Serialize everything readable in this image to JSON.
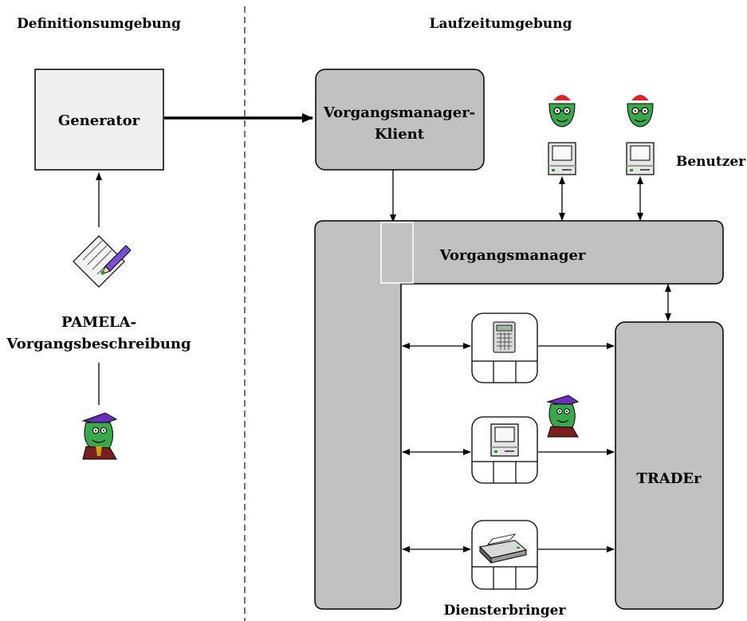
{
  "sections": {
    "left_title": "Definitionsumgebung",
    "right_title": "Laufzeitumgebung"
  },
  "boxes": {
    "generator": "Generator",
    "client_line1": "Vorgangsmanager-",
    "client_line2": "Klient",
    "manager": "Vorgangsmanager",
    "trader": "TRADEr"
  },
  "labels": {
    "description_line1": "PAMELA-",
    "description_line2": "Vorgangsbeschreibung",
    "users": "Benutzer",
    "providers": "Diensterbringer"
  },
  "icons": {
    "designer": "developer-character-icon",
    "document": "document-with-pen-icon",
    "user_avatar": "user-avatar-icon",
    "workstation": "workstation-computer-icon",
    "calculator": "calculator-icon",
    "computer": "computer-icon",
    "printer": "printer-icon",
    "provider_person": "provider-character-icon"
  },
  "colors": {
    "box_fill_light": "#f0f0f0",
    "box_fill_gray": "#c0c0c0",
    "line": "#000000",
    "separator": "#444444"
  }
}
